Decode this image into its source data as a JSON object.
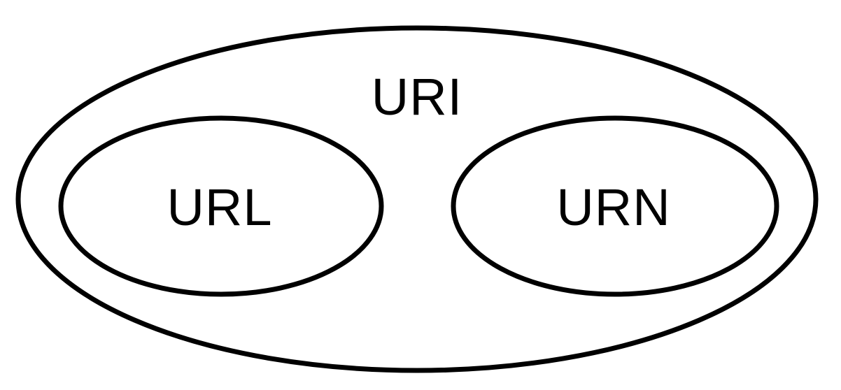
{
  "diagram": {
    "title_label": "URI",
    "sets": {
      "left": {
        "label": "URL"
      },
      "right": {
        "label": "URN"
      }
    },
    "colors": {
      "stroke": "#000000",
      "text": "#000000",
      "background": "#ffffff"
    }
  }
}
